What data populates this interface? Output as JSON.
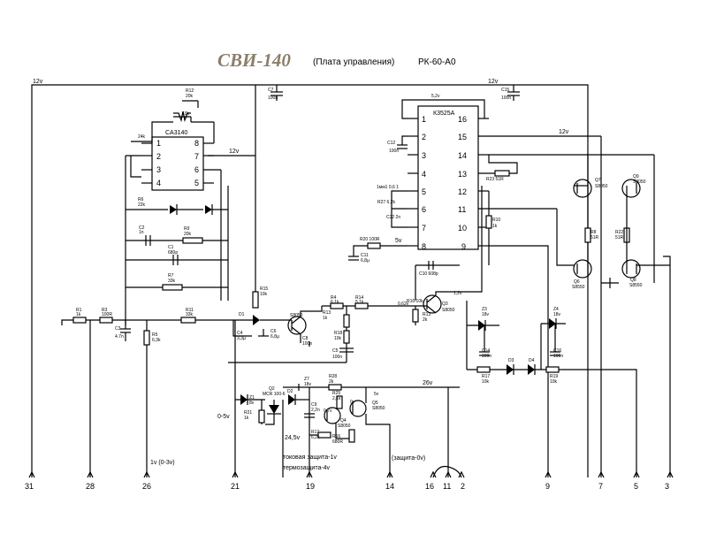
{
  "title": {
    "brand": "СВИ-140",
    "subtitle": "(Плата управления)",
    "code": "РК-60-А0"
  },
  "ic1": {
    "name": "CA3140",
    "pins": [
      "1",
      "2",
      "3",
      "4",
      "8",
      "7",
      "6",
      "5"
    ]
  },
  "ic2": {
    "name": "К3525А",
    "top_label": "5,2v",
    "pins_left": [
      "1",
      "2",
      "3",
      "4",
      "5",
      "6",
      "7",
      "8"
    ],
    "pins_right": [
      "16",
      "15",
      "14",
      "13",
      "12",
      "11",
      "10",
      "9"
    ]
  },
  "rails": {
    "v12_left": "12v",
    "v12_right": "12v",
    "v12_ic": "12v",
    "v12_mid": "12v",
    "v26": "26v",
    "v5": "5v",
    "v5b": "5v"
  },
  "components": {
    "C7": "C7",
    "C7v": "100n",
    "C15": "C15",
    "C15v": "100n",
    "C12": "C12",
    "C12v": "100n",
    "R12": "R12",
    "R12v": "20k",
    "R12b": "10k",
    "R24k": "24k",
    "R6": "R6",
    "R6v": "22k",
    "C2": "C2",
    "C2v": "1n",
    "R9": "R9",
    "R9v": "20k",
    "C1": "C1",
    "C1v": "680p",
    "R7": "R7",
    "R7v": "33k",
    "R15": "R15",
    "R15v": "10k",
    "R23": "R23 51R",
    "R1": "R1",
    "R1v": "1k",
    "R3": "R3",
    "R3v": "100R",
    "C3": "C3",
    "C3v": "4.7n",
    "R5": "R5",
    "R5v": "6,3k",
    "R11": "R11",
    "R11v": "33k",
    "D1": "D1",
    "C4": "C4",
    "C4v": "3,3µ",
    "C6": "C6",
    "C6v": "6,8µ",
    "Q1": "S8050",
    "C8": "C8",
    "C8v": "100n",
    "R4": "R4",
    "R4v": "6,1k",
    "R13": "R13",
    "R13v": "1k",
    "R18": "R18",
    "R18v": "10k",
    "C5": "C5",
    "C5v": "100n",
    "R14": "R14",
    "R14v": "5,1k",
    "C10": "C10 608p",
    "R16": "R16 10k",
    "R13b": "R13",
    "R13bv": "2k",
    "Q3": "Q3",
    "Q3v": "S8050",
    "v062": "0,62v",
    "v12b": "1,2v",
    "R20": "R20 100R",
    "C11": "C11",
    "C11v": "6,8µ",
    "R27": "R27 6,2k",
    "C22": "C22 2n",
    "Rtemp": "1мм1 0,6 1",
    "R10": "R10",
    "R10v": "1k",
    "Q7": "Q7",
    "Q7v": "S8050",
    "Q9": "Q9",
    "Q9v": "S8050",
    "R8": "R8",
    "R8v": "51R",
    "R22": "R22",
    "R22v": "51R",
    "Q6": "Q6",
    "Q6v": "S8550",
    "Q8": "Q8",
    "Q8v": "S8550",
    "Z3": "Z3",
    "Z3v": "18v",
    "Z4": "Z4",
    "Z4v": "18v",
    "C14": "C14",
    "C14v": "100n",
    "C16": "C16",
    "C16v": "100n",
    "R17": "R17",
    "R17v": "10k",
    "D3": "D3",
    "D4": "D4",
    "R19": "R19",
    "R19v": "10k",
    "Z7": "Z7",
    "Z7v": "18v",
    "R28": "R28",
    "R28v": "2k",
    "Q2": "Q2",
    "Q2v": "MCR 100-6",
    "Z1": "Z1",
    "Z1v": "8v",
    "R21": "R21",
    "R21v": "1k",
    "D2": "D2",
    "C9": "C9",
    "C9v": "2,2n",
    "R25": "R25",
    "R25v": "2,1k",
    "v07": "0,7v",
    "v0": "0v",
    "Q5": "Q5",
    "Q5v": "S8050",
    "Q4": "Q4",
    "Q4v": "S8050",
    "R17b": "R17",
    "R17bv": "6,2k",
    "R16b": "R16",
    "R16bv": "680R"
  },
  "notes": {
    "v05": "0-5v",
    "v245": "24,5v",
    "current": "токовая защита-1v",
    "thermo": "термозащита-4v",
    "v13": "1v (0-3v)",
    "prot": "(защита-0v)"
  },
  "connectors": [
    "31",
    "28",
    "26",
    "21",
    "19",
    "14",
    "16",
    "11",
    "2",
    "9",
    "7",
    "5",
    "3"
  ]
}
